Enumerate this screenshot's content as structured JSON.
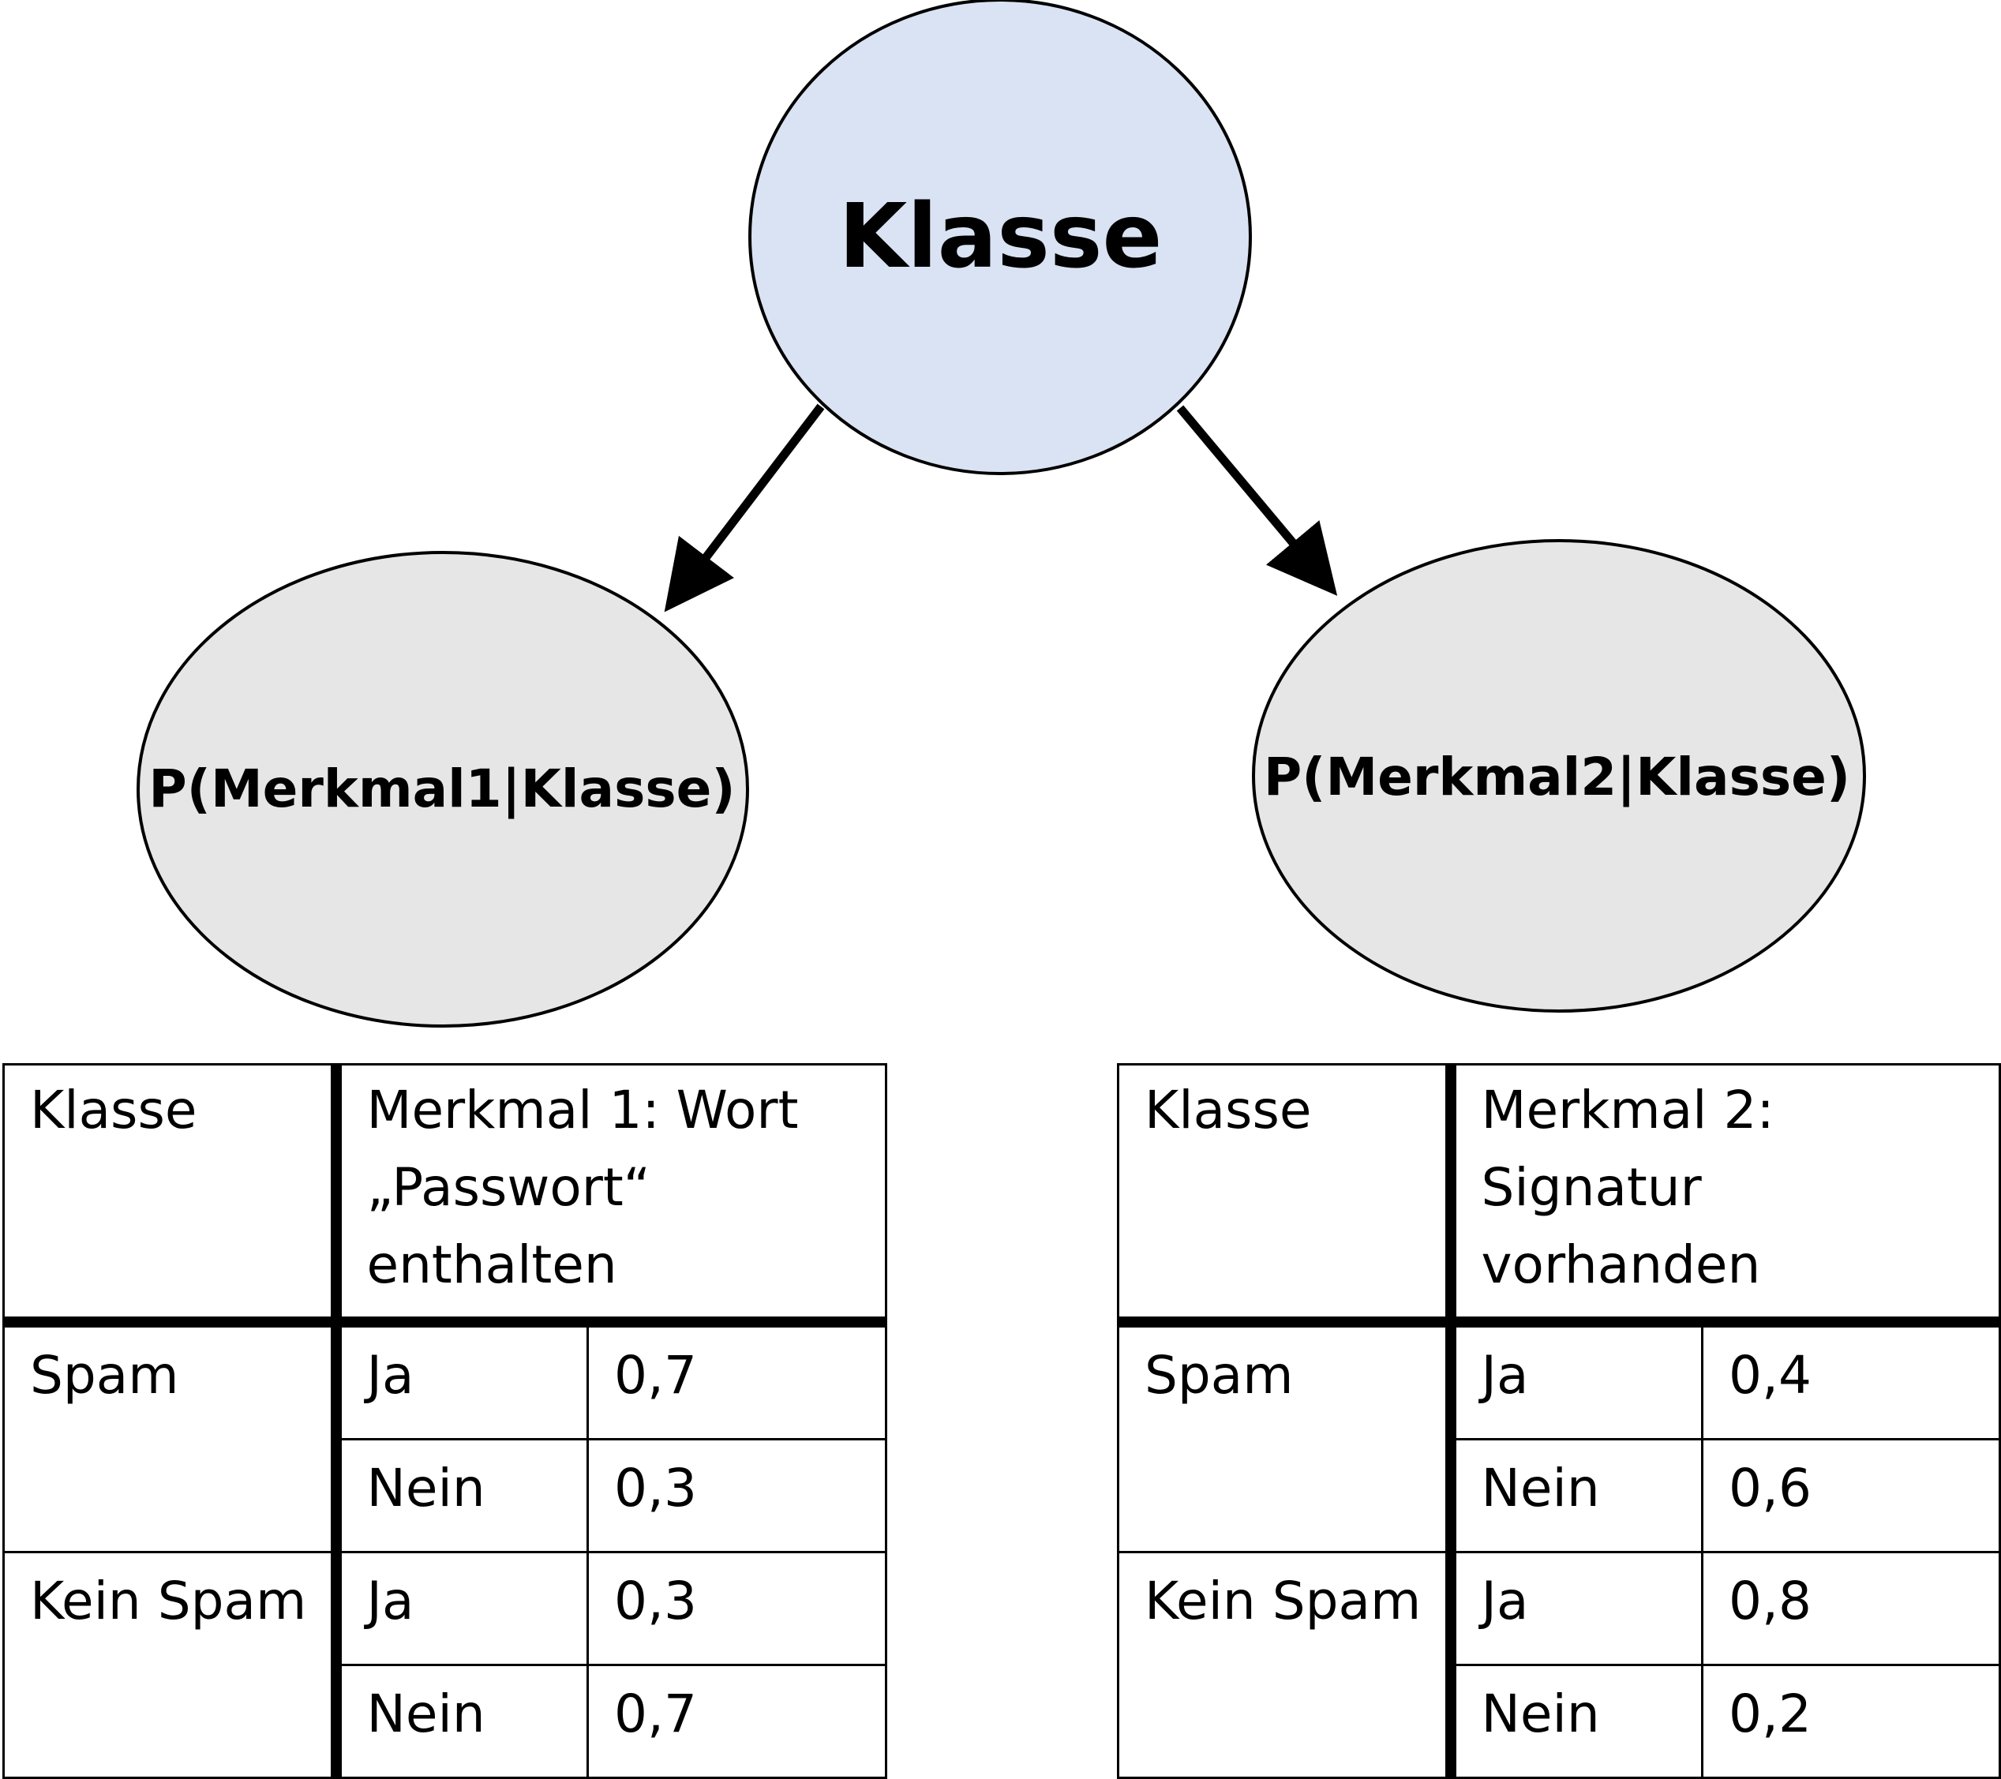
{
  "nodes": {
    "root": {
      "label": "Klasse",
      "fill": "#dae3f3"
    },
    "feature1": {
      "label": "P(Merkmal1|Klasse)",
      "fill": "#e6e6e6"
    },
    "feature2": {
      "label": "P(Merkmal2|Klasse)",
      "fill": "#e6e6e6"
    }
  },
  "tables": [
    {
      "header_class": "Klasse",
      "header_feature": "Merkmal 1: Wort „Passwort“ enthalten",
      "rows": [
        {
          "klasse": "Spam",
          "value": "Ja",
          "prob": "0,7"
        },
        {
          "value": "Nein",
          "prob": "0,3"
        },
        {
          "klasse": "Kein Spam",
          "value": "Ja",
          "prob": "0,3"
        },
        {
          "value": "Nein",
          "prob": "0,7"
        }
      ]
    },
    {
      "header_class": "Klasse",
      "header_feature": "Merkmal 2: Signatur vorhanden",
      "rows": [
        {
          "klasse": "Spam",
          "value": "Ja",
          "prob": "0,4"
        },
        {
          "value": "Nein",
          "prob": "0,6"
        },
        {
          "klasse": "Kein Spam",
          "value": "Ja",
          "prob": "0,8"
        },
        {
          "value": "Nein",
          "prob": "0,2"
        }
      ]
    }
  ]
}
